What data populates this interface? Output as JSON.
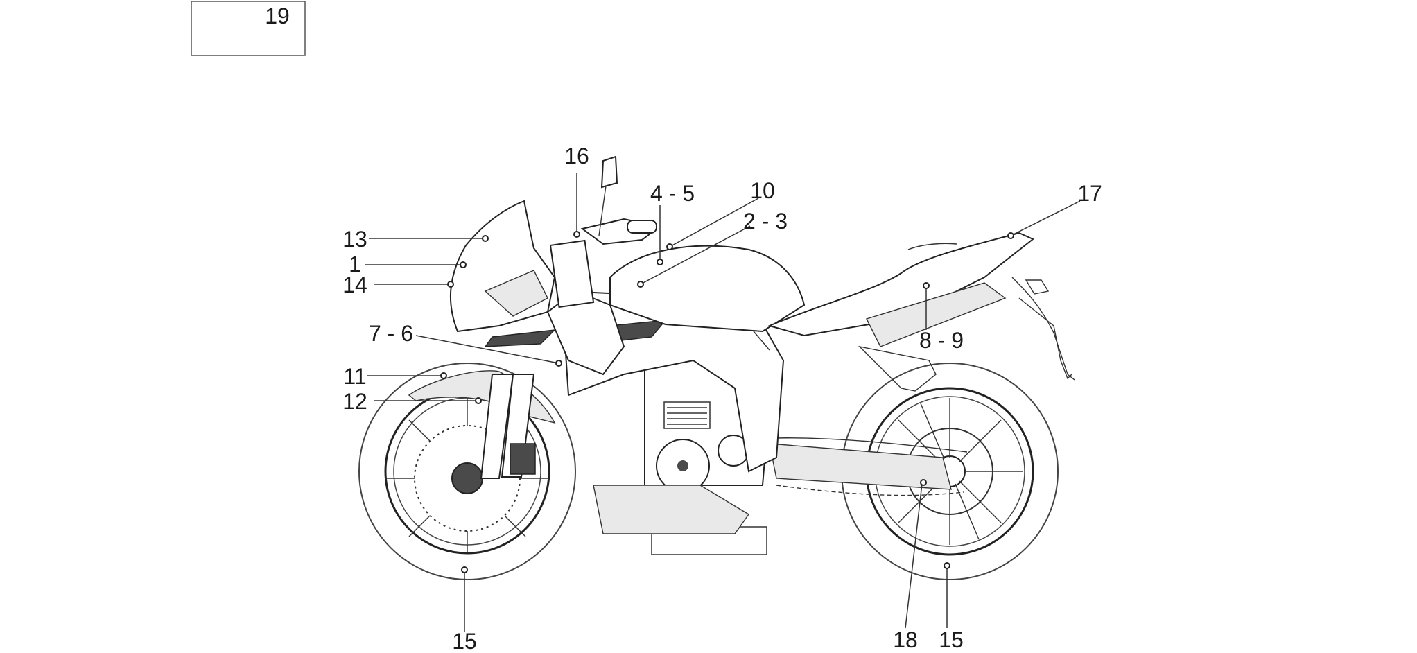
{
  "kit_box": {
    "label": "19"
  },
  "callouts": [
    {
      "id": "c13",
      "label": "13"
    },
    {
      "id": "c1",
      "label": "1"
    },
    {
      "id": "c14",
      "label": "14"
    },
    {
      "id": "c16",
      "label": "16"
    },
    {
      "id": "c45",
      "label": "4 - 5"
    },
    {
      "id": "c10",
      "label": "10"
    },
    {
      "id": "c23",
      "label": "2 - 3"
    },
    {
      "id": "c76",
      "label": "7 - 6"
    },
    {
      "id": "c11",
      "label": "11"
    },
    {
      "id": "c12",
      "label": "12"
    },
    {
      "id": "c17",
      "label": "17"
    },
    {
      "id": "c89",
      "label": "8 - 9"
    },
    {
      "id": "c15a",
      "label": "15"
    },
    {
      "id": "c18",
      "label": "18"
    },
    {
      "id": "c15b",
      "label": "15"
    }
  ]
}
